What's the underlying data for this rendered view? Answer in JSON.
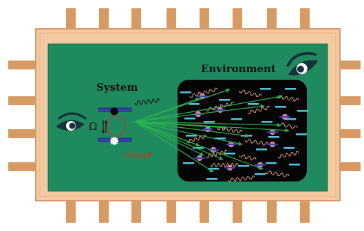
{
  "labels": {
    "system": "System",
    "environment": "Environment",
    "omega": "Ω"
  },
  "icons": [
    "eye-icon",
    "pin",
    "spin-arrow",
    "wavy-photon",
    "interaction-arrow",
    "level-bar",
    "atom-dot"
  ],
  "colors": {
    "chip_board": "#1f8a5e",
    "chip_frame": "#f3c9a2",
    "chip_frame_edge": "#d59a6c",
    "pins": "#d79a63",
    "environment_box": "#050505",
    "level_bar": "#3a3fb0",
    "env_level": "#4fc3e0",
    "atom": "#d57fb5",
    "arrow_green": "#2db54a",
    "wave_red": "#c0392b",
    "wave_env": "#e6a07a",
    "eye": "#16323e"
  }
}
